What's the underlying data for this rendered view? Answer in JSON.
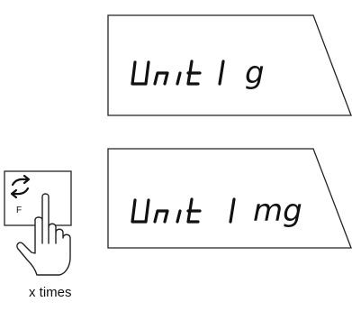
{
  "display_top": {
    "main": "Unit",
    "number": "1",
    "unit": "g"
  },
  "display_bottom": {
    "main": "Unit",
    "number": "1",
    "unit": "mg"
  },
  "function_key": {
    "letter": "F",
    "icon": "cycle-arrows-icon"
  },
  "caption": "x times"
}
